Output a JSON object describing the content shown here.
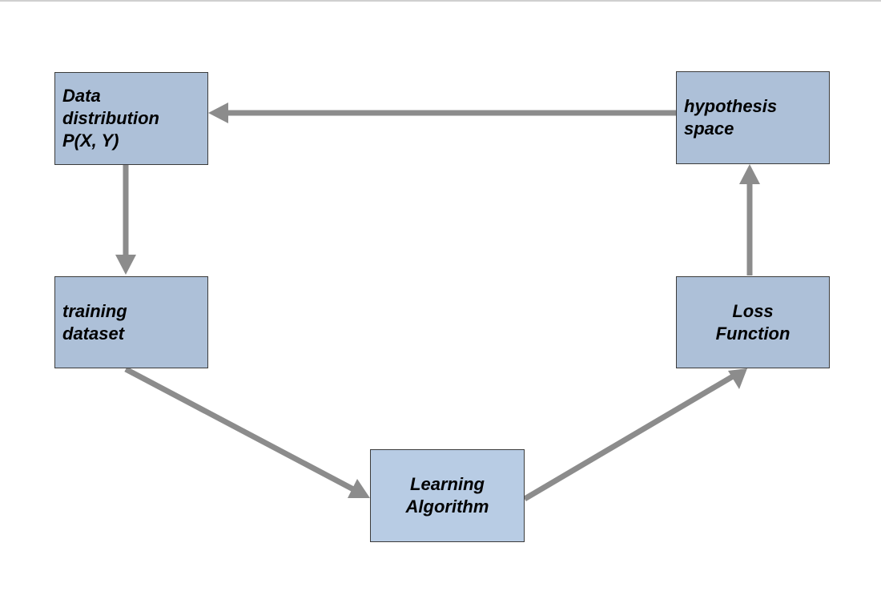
{
  "diagram": {
    "nodes": {
      "data_distribution": {
        "lines": [
          "Data",
          "distribution",
          "P(X, Y)"
        ]
      },
      "hypothesis_space": {
        "lines": [
          "hypothesis",
          "space"
        ]
      },
      "training_dataset": {
        "lines": [
          "training",
          "dataset"
        ]
      },
      "loss_function": {
        "lines": [
          "Loss",
          "Function"
        ]
      },
      "learning_algorithm": {
        "lines": [
          "Learning",
          "Algorithm"
        ]
      }
    },
    "edges": [
      {
        "from": "hypothesis_space",
        "to": "data_distribution"
      },
      {
        "from": "data_distribution",
        "to": "training_dataset"
      },
      {
        "from": "training_dataset",
        "to": "learning_algorithm"
      },
      {
        "from": "learning_algorithm",
        "to": "loss_function"
      },
      {
        "from": "loss_function",
        "to": "hypothesis_space"
      }
    ],
    "colors": {
      "box_fill": "#adc0d8",
      "box_fill_highlight": "#b8cce4",
      "box_border": "#3b3b3b",
      "arrow": "#8c8c8c"
    }
  }
}
